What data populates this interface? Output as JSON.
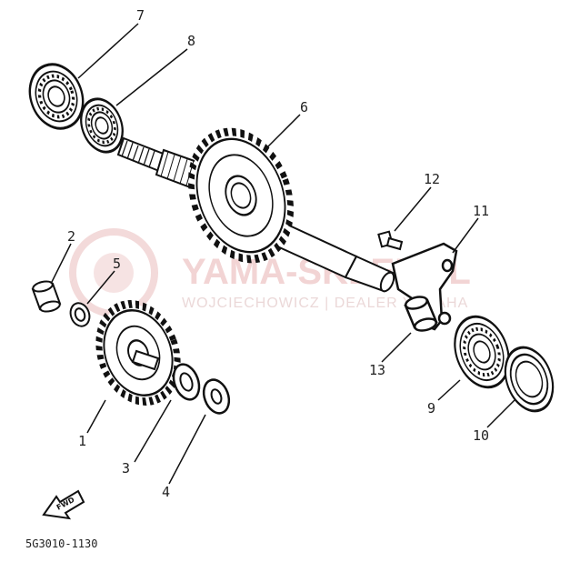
{
  "watermark": {
    "brand": "YAMA-SKLEP.PL",
    "tagline": "WOJCIECHOWICZ | DEALER YAMAHA"
  },
  "parts": [
    {
      "num": "1"
    },
    {
      "num": "2"
    },
    {
      "num": "3"
    },
    {
      "num": "4"
    },
    {
      "num": "5"
    },
    {
      "num": "6"
    },
    {
      "num": "7"
    },
    {
      "num": "8"
    },
    {
      "num": "9"
    },
    {
      "num": "10"
    },
    {
      "num": "11"
    },
    {
      "num": "12"
    },
    {
      "num": "13"
    }
  ],
  "fwd_label": "FWD",
  "diagram_code": "5G3010-1130"
}
